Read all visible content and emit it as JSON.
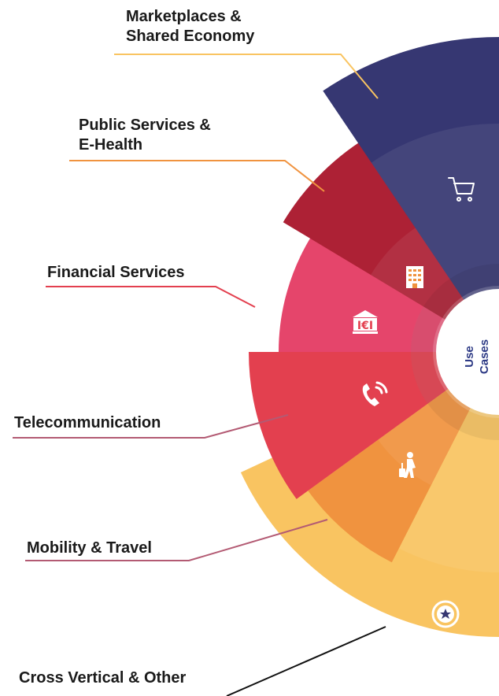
{
  "center": {
    "line1": "Use",
    "line2": "Cases"
  },
  "colors": {
    "marketplaces": "#f9c461",
    "public": "#f0933f",
    "financial": "#e3404f",
    "telecom": "#e5456b",
    "mobility": "#ad2135",
    "cross": "#363772",
    "center_text": "#2d3a85"
  },
  "segments": [
    {
      "id": "marketplaces",
      "line1": "Marketplaces &",
      "line2": "Shared Economy",
      "icon": "shopping-cart-icon"
    },
    {
      "id": "public",
      "line1": "Public Services &",
      "line2": "E-Health",
      "icon": "building-icon"
    },
    {
      "id": "financial",
      "line1": "Financial Services",
      "icon": "bank-euro-icon"
    },
    {
      "id": "telecom",
      "line1": "Telecommunication",
      "icon": "phone-call-icon"
    },
    {
      "id": "mobility",
      "line1": "Mobility & Travel",
      "icon": "traveler-luggage-icon"
    },
    {
      "id": "cross",
      "line1": "Cross Vertical & Other",
      "icon": "star-badge-icon"
    }
  ]
}
